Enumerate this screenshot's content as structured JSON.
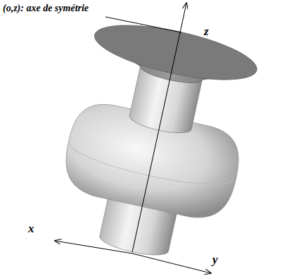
{
  "diagram": {
    "labels": [
      "(o,z): axe de symétrie",
      "z",
      "x",
      "y"
    ]
  }
}
